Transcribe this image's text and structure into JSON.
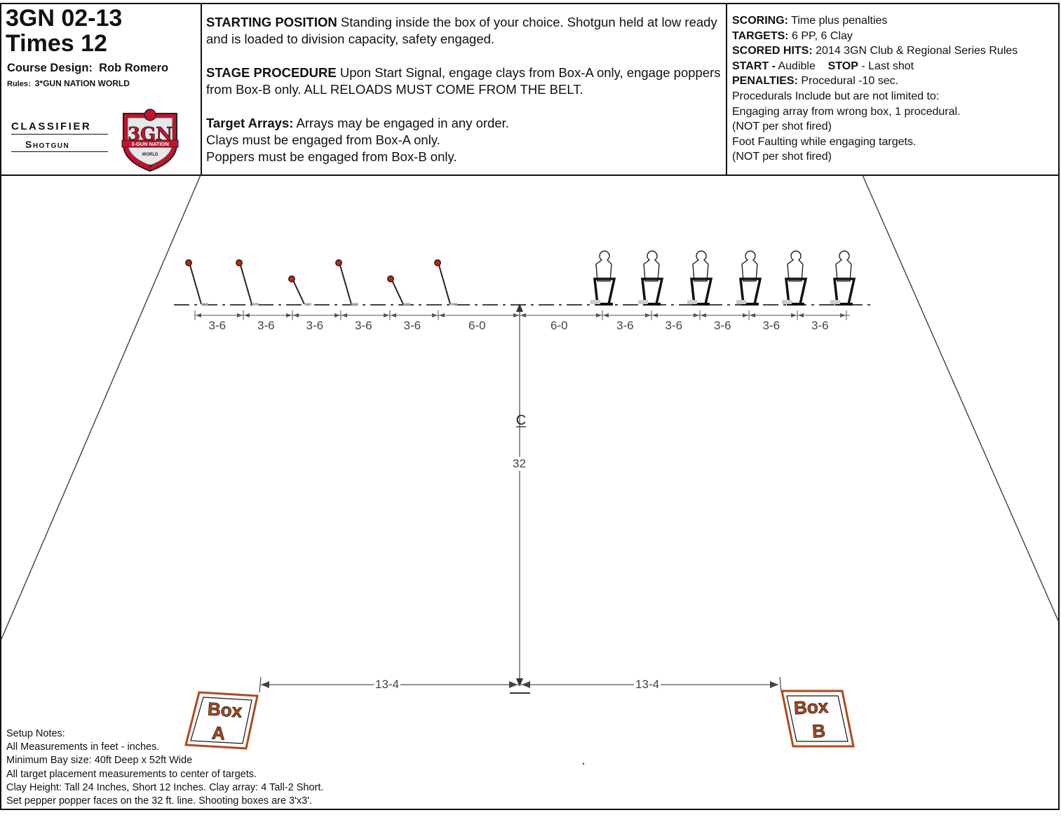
{
  "header": {
    "stage_id": "3GN 02-13",
    "stage_name": "Times 12",
    "designer_label": "Course Design:",
    "designer_name": "Rob Romero",
    "rules_label": "Rules:",
    "rules_value": "3*GUN NATION WORLD",
    "classifier_word": "CLASSIFIER",
    "division_word": "Shotgun",
    "logo_text": "3-GUN NATION",
    "logo_letters": "3GN",
    "logo_world": "WORLD"
  },
  "procedure": {
    "start_label": "STARTING POSITION",
    "start_text": " Standing inside the box of your choice. Shotgun held at low ready and is loaded to division capacity, safety engaged.",
    "stage_label": "STAGE PROCEDURE",
    "stage_text": " Upon Start Signal, engage clays from Box-A only, engage poppers from Box-B only. ALL RELOADS MUST COME FROM THE BELT.",
    "arrays_label": "Target Arrays:",
    "arrays_text": " Arrays may be engaged in any order.",
    "clays_line": "Clays must be engaged from Box-A only.",
    "poppers_line": "Poppers must be engaged from Box-B only."
  },
  "scoring": {
    "scoring_label": "SCORING:",
    "scoring_value": " Time plus penalties",
    "targets_label": "TARGETS:",
    "targets_value": " 6 PP, 6 Clay",
    "hits_label": "SCORED HITS:",
    "hits_value": " 2014 3GN Club & Regional Series Rules",
    "start_label": "START -",
    "start_value": " Audible",
    "stop_label": "STOP",
    "stop_value": " - Last shot",
    "penalties_label": "PENALTIES:",
    "penalties_value": " Procedural -10 sec.",
    "proc_line1": "Procedurals Include but are not limited to:",
    "proc_line2": "Engaging array from wrong box, 1 procedural.",
    "proc_line3": "(NOT per shot fired)",
    "proc_line4": "Foot Faulting while engaging targets.",
    "proc_line5": "(NOT per shot fired)"
  },
  "diagram": {
    "left_spacings": [
      "3-6",
      "3-6",
      "3-6",
      "3-6",
      "3-6",
      "6-0"
    ],
    "right_spacings": [
      "6-0",
      "3-6",
      "3-6",
      "3-6",
      "3-6",
      "3-6"
    ],
    "centerline_mark": "C",
    "depth_label": "32",
    "box_offset_left": "13-4",
    "box_offset_right": "13-4",
    "box_a_word": "Box",
    "box_a_letter": "A",
    "box_b_word": "Box",
    "box_b_letter": "B",
    "clay_count": 6,
    "popper_count": 6
  },
  "setup_notes": [
    "Setup Notes:",
    "All Measurements in feet - inches.",
    "Minimum Bay size: 40ft Deep x 52ft Wide",
    "All target placement measurements to center of targets.",
    "Clay Height: Tall 24 Inches, Short 12 Inches. Clay array: 4 Tall-2 Short.",
    "Set pepper popper faces on the 32 ft. line. Shooting boxes are 3'x3'."
  ],
  "colors": {
    "clay": "#cc2200",
    "box_stroke": "#b04a1a",
    "logo_red": "#c8102e",
    "dim_gray": "#555555"
  }
}
